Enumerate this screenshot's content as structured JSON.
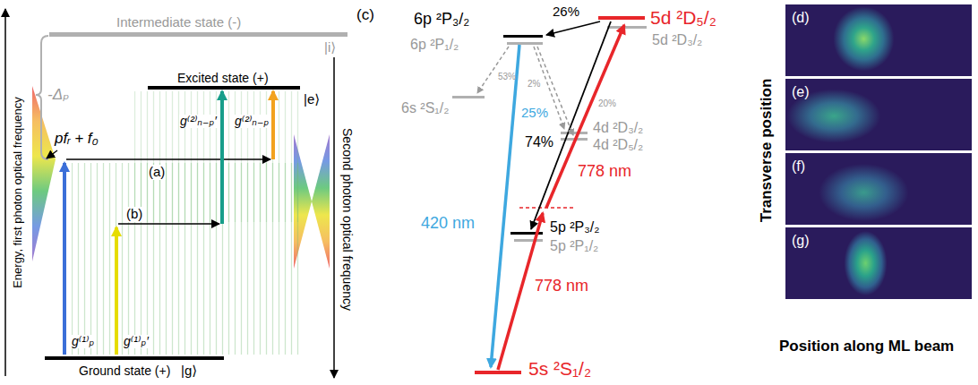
{
  "diagram": {
    "nodes": [
      {
        "text": [
          "(d)"
        ]
      },
      {
        "text": [
          "(e)"
        ]
      },
      {
        "text": [
          "(f)"
        ]
      },
      {
        "text": [
          "(g)"
        ]
      }
    ],
    "labels": [
      "Intermediate state (-)",
      "|i⟩",
      "-Δₚ",
      "Excited state (+)",
      "|e⟩",
      "pfᵣ + f₀",
      "g⁽²⁾ₙ₋ₚ′",
      "g⁽²⁾ₙ₋ₚ",
      "(a)",
      "(b)",
      "g⁽¹⁾ₚ",
      "g⁽¹⁾ₚ′",
      "Ground state (+)",
      "|g⟩",
      "Energy, first photon optical frequency",
      "Second photon optical frequency",
      "(c)",
      "6p ²P₃/₂",
      "26%",
      "5d ²D₅/₂",
      "6p ²P₁/₂",
      "5d ²D₃/₂",
      "6s ²S₁/₂",
      "53%",
      "2%",
      "20%",
      "4d ²D₃/₂",
      "4d ²D₅/₂",
      "74%",
      "25%",
      "778 nm",
      "420 nm",
      "5p ²P₃/₂",
      "5p ²P₁/₂",
      "778 nm",
      "5s ²S₁/₂",
      "Transverse position",
      "Position along ML beam"
    ]
  }
}
